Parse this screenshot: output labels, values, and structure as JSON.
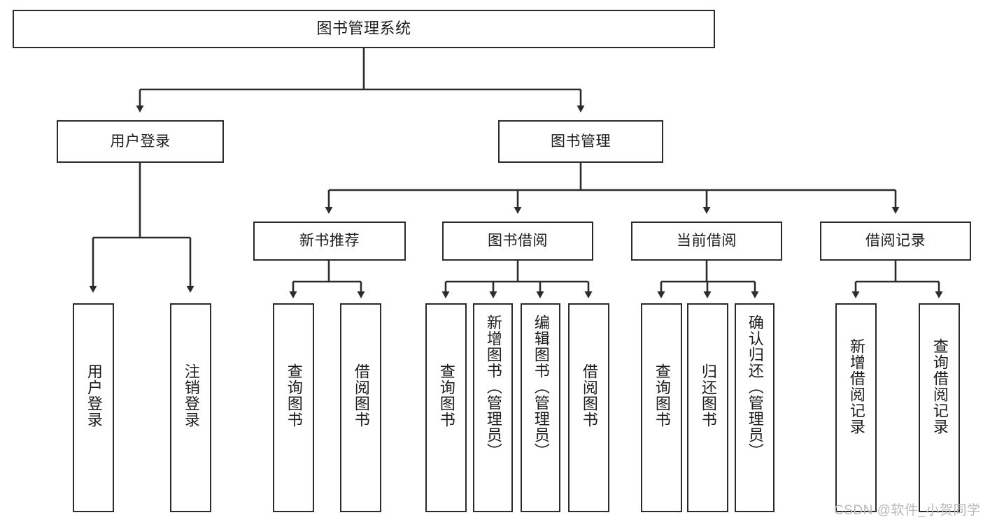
{
  "diagram": {
    "type": "hierarchy-tree",
    "title": "图书管理系统",
    "orientation": "top-down",
    "levels": 4,
    "watermark": "CSDN @软件_小贺同学",
    "colors": {
      "box_border": "#2b2b2b",
      "box_fill": "#ffffff",
      "connector": "#2b2b2b",
      "text": "#1c1c1c",
      "watermark": "#b9b9b9",
      "background": "#ffffff"
    }
  },
  "nodes": {
    "root": {
      "label": "图书管理系统"
    },
    "level2": [
      {
        "label": "用户登录"
      },
      {
        "label": "图书管理"
      }
    ],
    "level3": [
      {
        "label": "新书推荐"
      },
      {
        "label": "图书借阅"
      },
      {
        "label": "当前借阅"
      },
      {
        "label": "借阅记录"
      }
    ],
    "leaves": {
      "user_login": [
        {
          "label": "用户登录"
        },
        {
          "label": "注销登录"
        }
      ],
      "new_book_recommend": [
        {
          "label": "查询图书"
        },
        {
          "label": "借阅图书"
        }
      ],
      "book_borrow": [
        {
          "label": "查询图书"
        },
        {
          "label": "新增图书（管理员）"
        },
        {
          "label": "编辑图书（管理员）"
        },
        {
          "label": "借阅图书"
        }
      ],
      "current_borrow": [
        {
          "label": "查询图书"
        },
        {
          "label": "归还图书"
        },
        {
          "label": "确认归还（管理员）"
        }
      ],
      "borrow_record": [
        {
          "label": "新增借阅记录"
        },
        {
          "label": "查询借阅记录"
        }
      ]
    }
  }
}
